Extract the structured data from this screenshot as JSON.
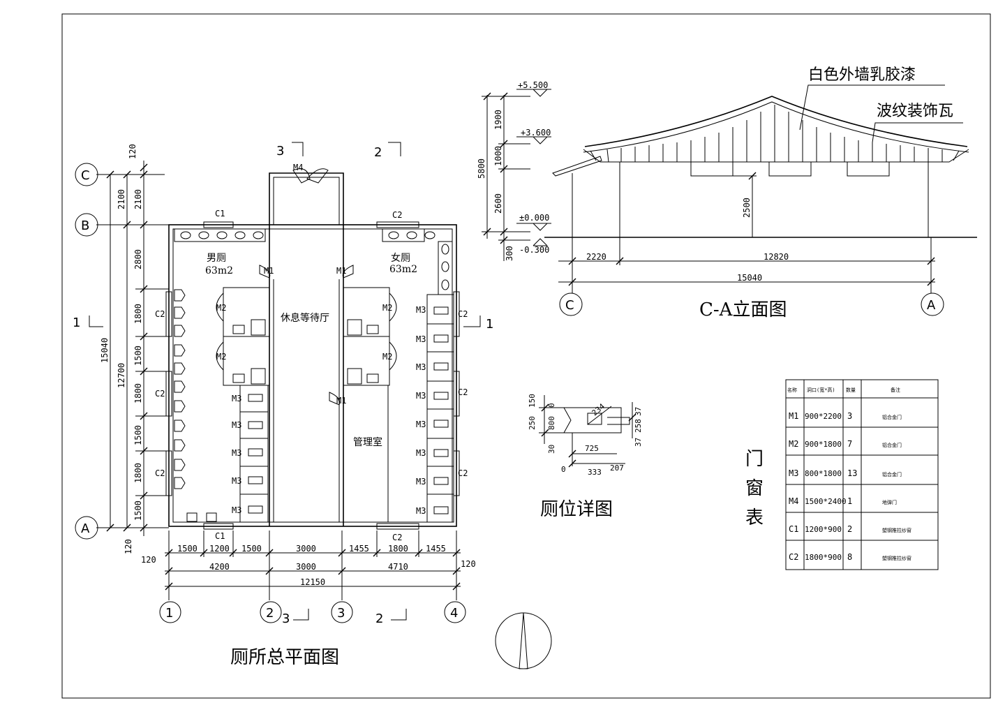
{
  "plan": {
    "title": "厕所总平面图",
    "axes_h": [
      "1",
      "2",
      "3",
      "4"
    ],
    "axes_v": [
      "C",
      "B",
      "A"
    ],
    "rooms": {
      "men": "男厕",
      "men_area": "63m2",
      "women": "女厕",
      "women_area": "63m2",
      "lobby": "休息等待厅",
      "office": "管理室"
    },
    "labels": {
      "m1": "M1",
      "m2": "M2",
      "m3": "M3",
      "m4": "M4",
      "c1": "C1",
      "c2": "C2"
    },
    "section_marks": {
      "s1": "1",
      "s2": "2",
      "s3": "3"
    },
    "dims_bottom_row1": [
      "1500",
      "1200",
      "1500",
      "3000",
      "1455",
      "1800",
      "1455"
    ],
    "dims_bottom_row2": [
      "4200",
      "3000",
      "4710"
    ],
    "dims_bottom_total": "12150",
    "dims_edge": "120",
    "dims_left_outer": [
      "2100",
      "12700"
    ],
    "dims_left_total": "15040",
    "dims_left_inner": [
      "2100",
      "2800",
      "1800",
      "1500",
      "1800",
      "1500",
      "1800",
      "1500"
    ],
    "dims_top_small": "120"
  },
  "elevation": {
    "title": "C-A立面图",
    "note1": "白色外墙乳胶漆",
    "note2": "波纹装饰瓦",
    "levels": [
      "+5.500",
      "+3.600",
      "±0.000",
      "-0.300"
    ],
    "dims_left": [
      "1900",
      "1000",
      "2600",
      "300"
    ],
    "dims_left_total": "5800",
    "dim_window": "2500",
    "dims_bottom": [
      "2220",
      "12820"
    ],
    "dims_bottom_total": "15040",
    "axes": [
      "C",
      "A"
    ]
  },
  "detail": {
    "title": "厕位详图",
    "dims": [
      "150",
      "0",
      "250",
      "800",
      "30",
      "725",
      "0",
      "333",
      "207",
      "37",
      "258",
      "37",
      "234"
    ]
  },
  "table": {
    "title": "门窗表",
    "headers": [
      "名称",
      "洞口(宽*高)",
      "数量",
      "备注"
    ],
    "rows": [
      {
        "name": "M1",
        "size": "900*2200",
        "qty": "3",
        "note": "铝合金门"
      },
      {
        "name": "M2",
        "size": "900*1800",
        "qty": "7",
        "note": "铝合金门"
      },
      {
        "name": "M3",
        "size": "800*1800",
        "qty": "13",
        "note": "铝合金门"
      },
      {
        "name": "M4",
        "size": "1500*2400",
        "qty": "1",
        "note": "地弹门"
      },
      {
        "name": "C1",
        "size": "1200*900",
        "qty": "2",
        "note": "塑钢推拉纱窗"
      },
      {
        "name": "C2",
        "size": "1800*900",
        "qty": "8",
        "note": "塑钢推拉纱窗"
      }
    ]
  }
}
